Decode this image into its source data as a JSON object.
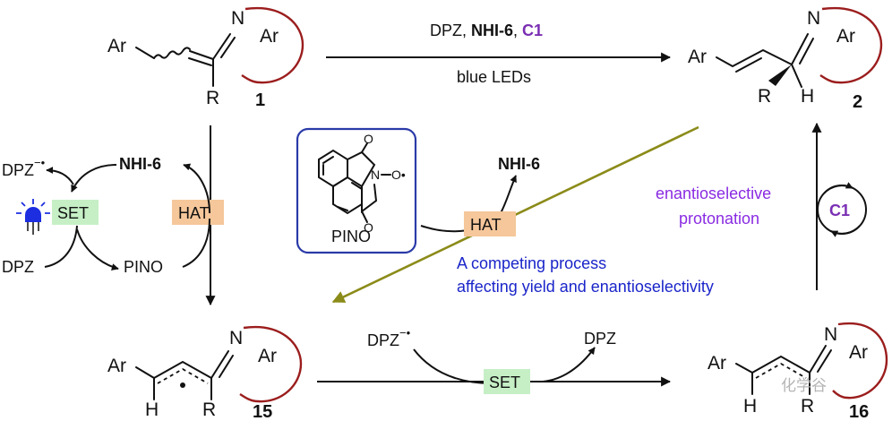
{
  "colors": {
    "ring": "#9b1d1d",
    "catalyst": "#7a2fb3",
    "purple_text": "#8a2be2",
    "blue_text": "#1a25c9",
    "olive_arrow": "#8b8b1a",
    "hat_fill": "#f5c79a",
    "set_fill": "#c6efc6",
    "pino_box_border": "#2a3aa8",
    "led_blue": "#1c2ee0"
  },
  "icons": [
    "led-lamp-icon",
    "catalyst-cycle-icon"
  ],
  "reagents": {
    "dpz": "DPZ, ",
    "nhi": "NHI-6",
    "sep": ", ",
    "cat": "C1",
    "light": "blue LEDs"
  },
  "atoms": {
    "ar": "Ar",
    "n": "N",
    "r": "R",
    "h": "H"
  },
  "compounds": {
    "c1": "1",
    "c2": "2",
    "c15": "15",
    "c16": "16"
  },
  "cycle": {
    "dpz_rad": "DPZ",
    "dpz_rad_sup": "−•",
    "nhi": "NHI-6",
    "set": "SET",
    "hat": "HAT",
    "dpz": "DPZ",
    "pino": "PINO"
  },
  "pino_box": {
    "label": "PINO",
    "o": "O",
    "n": "N",
    "o_rad": "O•"
  },
  "center": {
    "hat": "HAT",
    "nhi": "NHI-6",
    "competing_line1": "A competing process",
    "competing_line2": "affecting yield and enantioselectivity"
  },
  "right": {
    "enantio_line1": "enantioselective",
    "enantio_line2": "protonation",
    "catalyst": "C1"
  },
  "bottom": {
    "dpz_rad": "DPZ",
    "dpz_rad_sup": "−•",
    "dpz": "DPZ",
    "set": "SET"
  },
  "watermark": "化学谷"
}
